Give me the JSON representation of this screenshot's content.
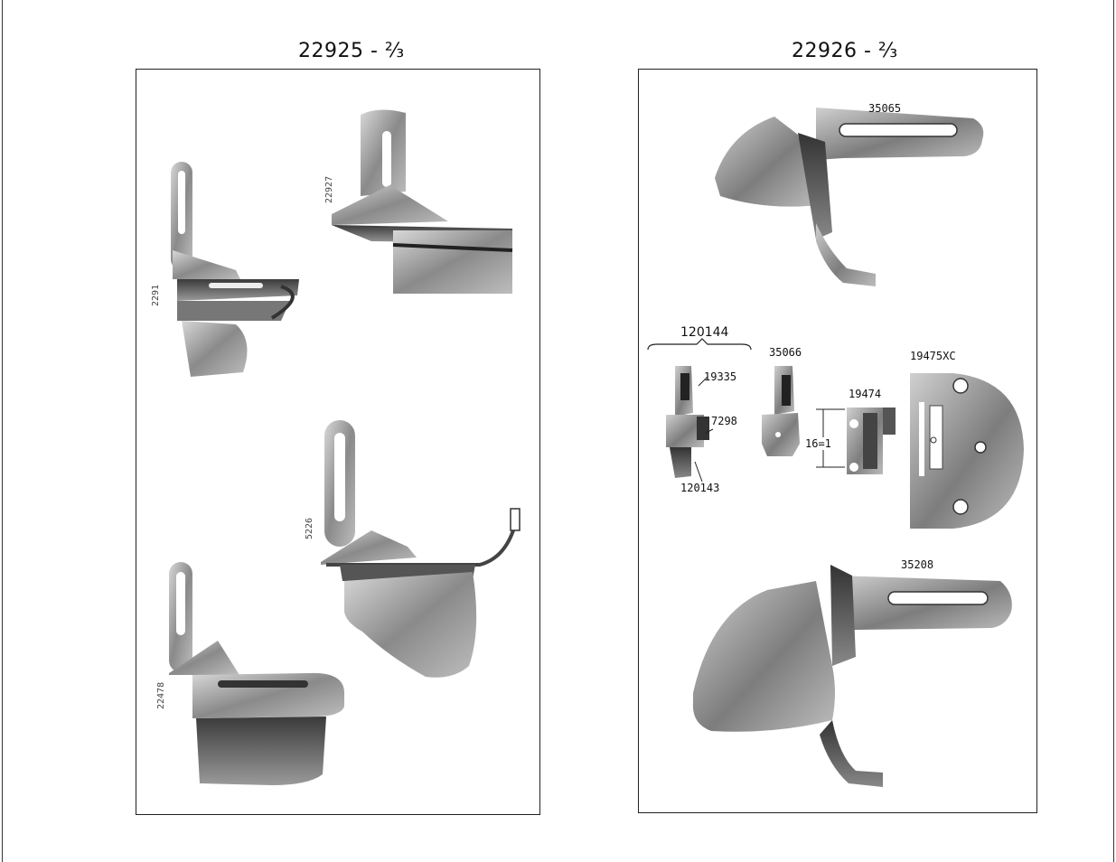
{
  "left_page": {
    "title": "22925 - ⅔",
    "stamps": [
      "2291",
      "22478",
      "22927",
      "5226"
    ]
  },
  "right_page": {
    "title": "22926 - ⅔",
    "parts": {
      "top_presser": "35065",
      "group": "120144",
      "part_a": "19335",
      "part_b": "7298",
      "part_c": "120143",
      "middle_foot": "35066",
      "feed_dog": "19474",
      "ratio": "16=1",
      "throat_plate": "19475XC",
      "bottom_presser": "35208"
    }
  },
  "colors": {
    "ink": "#111111",
    "metal_dark": "#4a4a4a",
    "metal_mid": "#8c8c8c",
    "metal_light": "#c8c8c8"
  }
}
